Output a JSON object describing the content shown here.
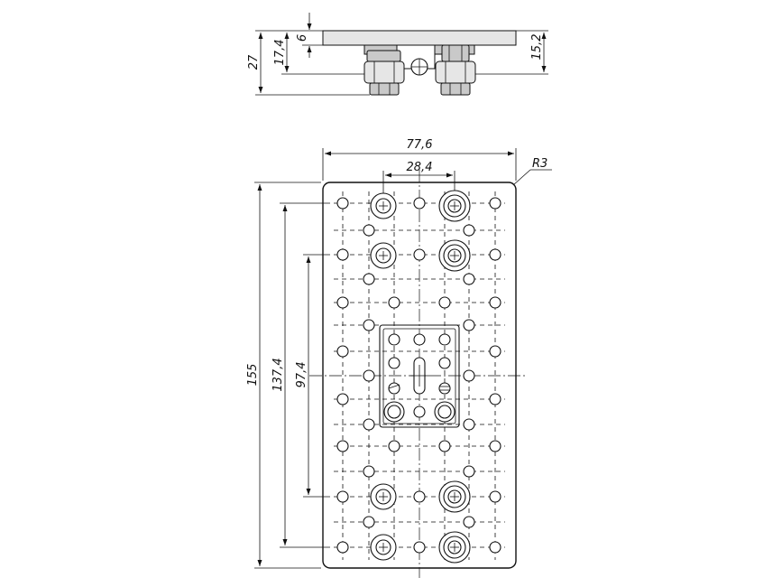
{
  "side_view": {
    "dim_height_total": "27",
    "dim_height_mid": "17,4",
    "dim_plate_thickness": "6",
    "dim_right": "15,2"
  },
  "plan_view": {
    "dim_width": "77,6",
    "dim_hole_spacing": "28,4",
    "dim_corner_radius": "R3",
    "dim_length": "155",
    "dim_length_inner": "137,4",
    "dim_length_holes": "97,4"
  }
}
